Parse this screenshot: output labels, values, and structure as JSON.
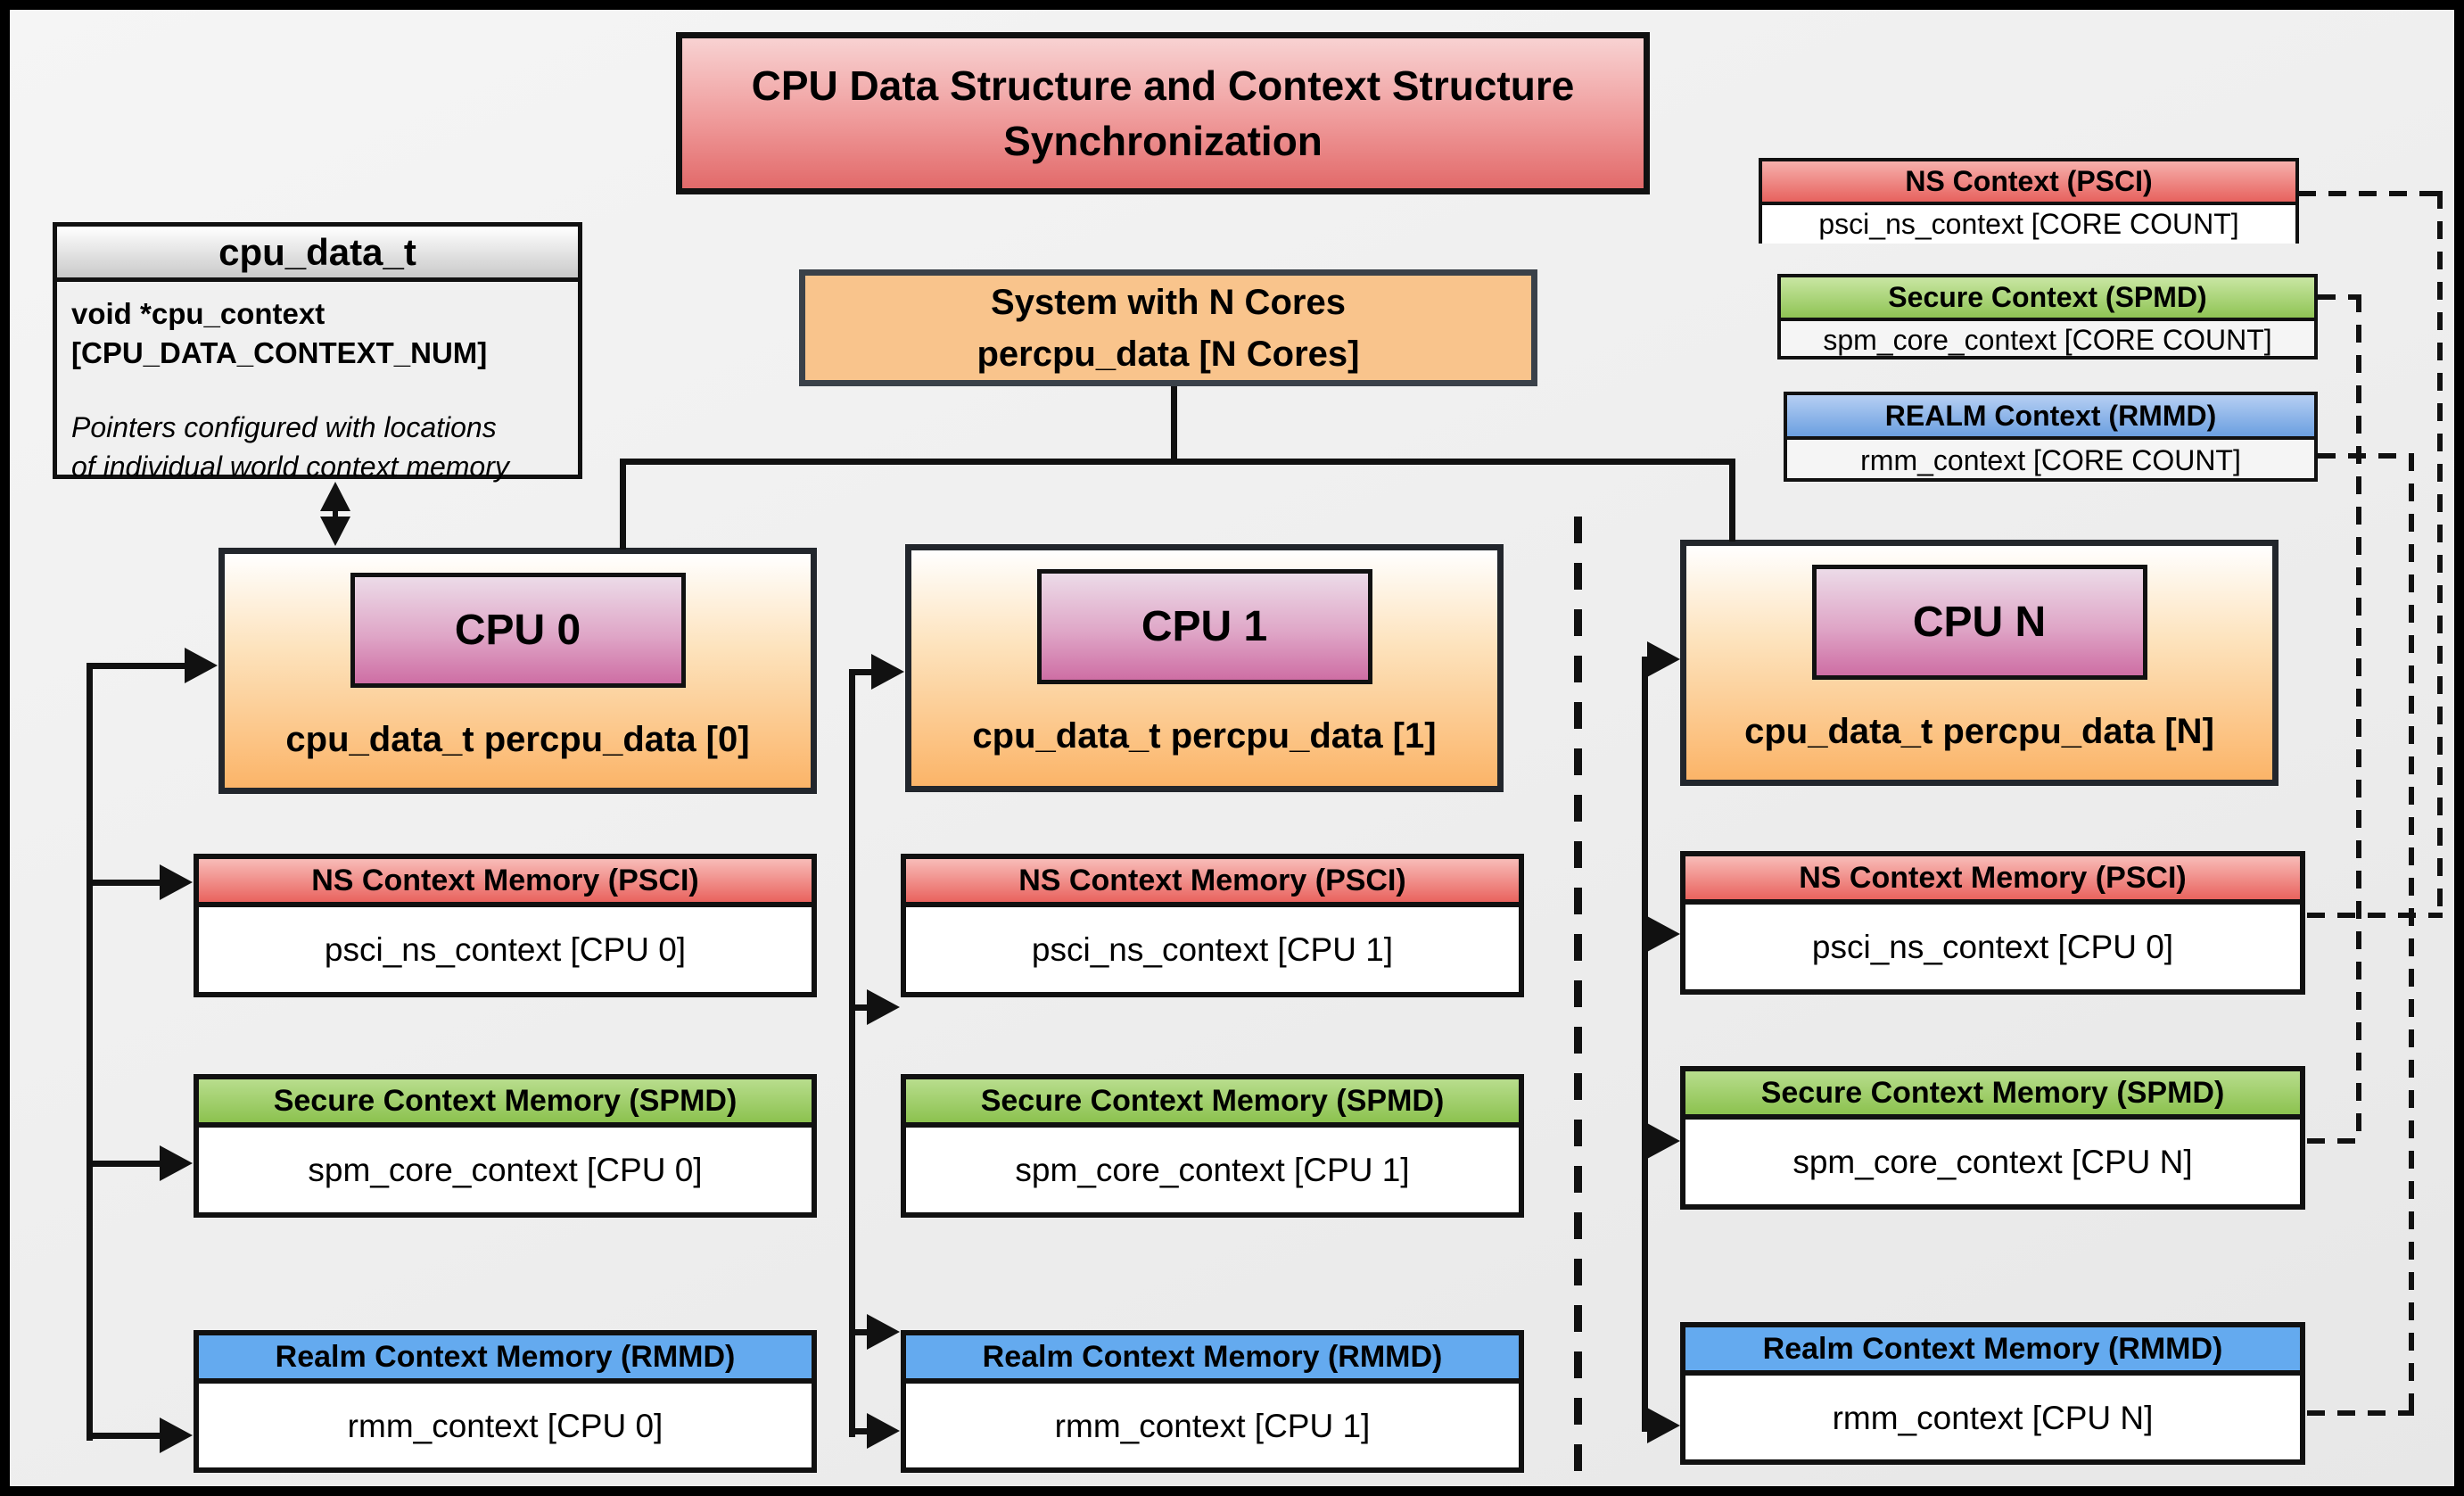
{
  "title": "CPU Data Structure and Context Structure Synchronization",
  "cpu_data_t": {
    "header": "cpu_data_t",
    "field_line1": "void  *cpu_context",
    "field_line2": "[CPU_DATA_CONTEXT_NUM]",
    "note_line1": "Pointers configured with locations",
    "note_line2": "of individual world context memory"
  },
  "system": {
    "line1": "System with N Cores",
    "line2": "percpu_data [N Cores]"
  },
  "legend": [
    {
      "header": "NS Context  (PSCI)",
      "body": "psci_ns_context [CORE COUNT]",
      "color": "#e7625e"
    },
    {
      "header": "Secure Context (SPMD)",
      "body": "spm_core_context [CORE COUNT]",
      "color": "#8fc454"
    },
    {
      "header": "REALM Context (RMMD)",
      "body": "rmm_context [CORE COUNT]",
      "color": "#6b9fe0"
    }
  ],
  "columns": [
    {
      "cpu": "CPU 0",
      "percpu": "cpu_data_t percpu_data [0]",
      "ns_header": "NS Context Memory (PSCI)",
      "ns_body": "psci_ns_context [CPU 0]",
      "secure_header": "Secure Context Memory (SPMD)",
      "secure_body": "spm_core_context [CPU 0]",
      "realm_header": "Realm Context Memory (RMMD)",
      "realm_body": "rmm_context [CPU 0]"
    },
    {
      "cpu": "CPU 1",
      "percpu": "cpu_data_t percpu_data [1]",
      "ns_header": "NS Context Memory (PSCI)",
      "ns_body": "psci_ns_context [CPU 1]",
      "secure_header": "Secure Context Memory (SPMD)",
      "secure_body": "spm_core_context [CPU 1]",
      "realm_header": "Realm Context Memory (RMMD)",
      "realm_body": "rmm_context [CPU 1]"
    },
    {
      "cpu": "CPU N",
      "percpu": "cpu_data_t percpu_data [N]",
      "ns_header": "NS Context Memory (PSCI)",
      "ns_body": "psci_ns_context [CPU 0]",
      "secure_header": "Secure Context Memory (SPMD)",
      "secure_body": "spm_core_context [CPU N]",
      "realm_header": "Realm Context Memory (RMMD)",
      "realm_body": "rmm_context [CPU N]"
    }
  ],
  "colors": {
    "title_fill": "#e26a6a",
    "system_fill": "#f9c48c",
    "cpu_box_fill": "#fbb468",
    "cpu_pill_fill": "#ce6ea4",
    "ns_header": "#e9635e",
    "secure_header": "#8cc24f",
    "realm_header": "#64aaef",
    "struct_header": "#c9c9c9",
    "line": "#111111"
  }
}
